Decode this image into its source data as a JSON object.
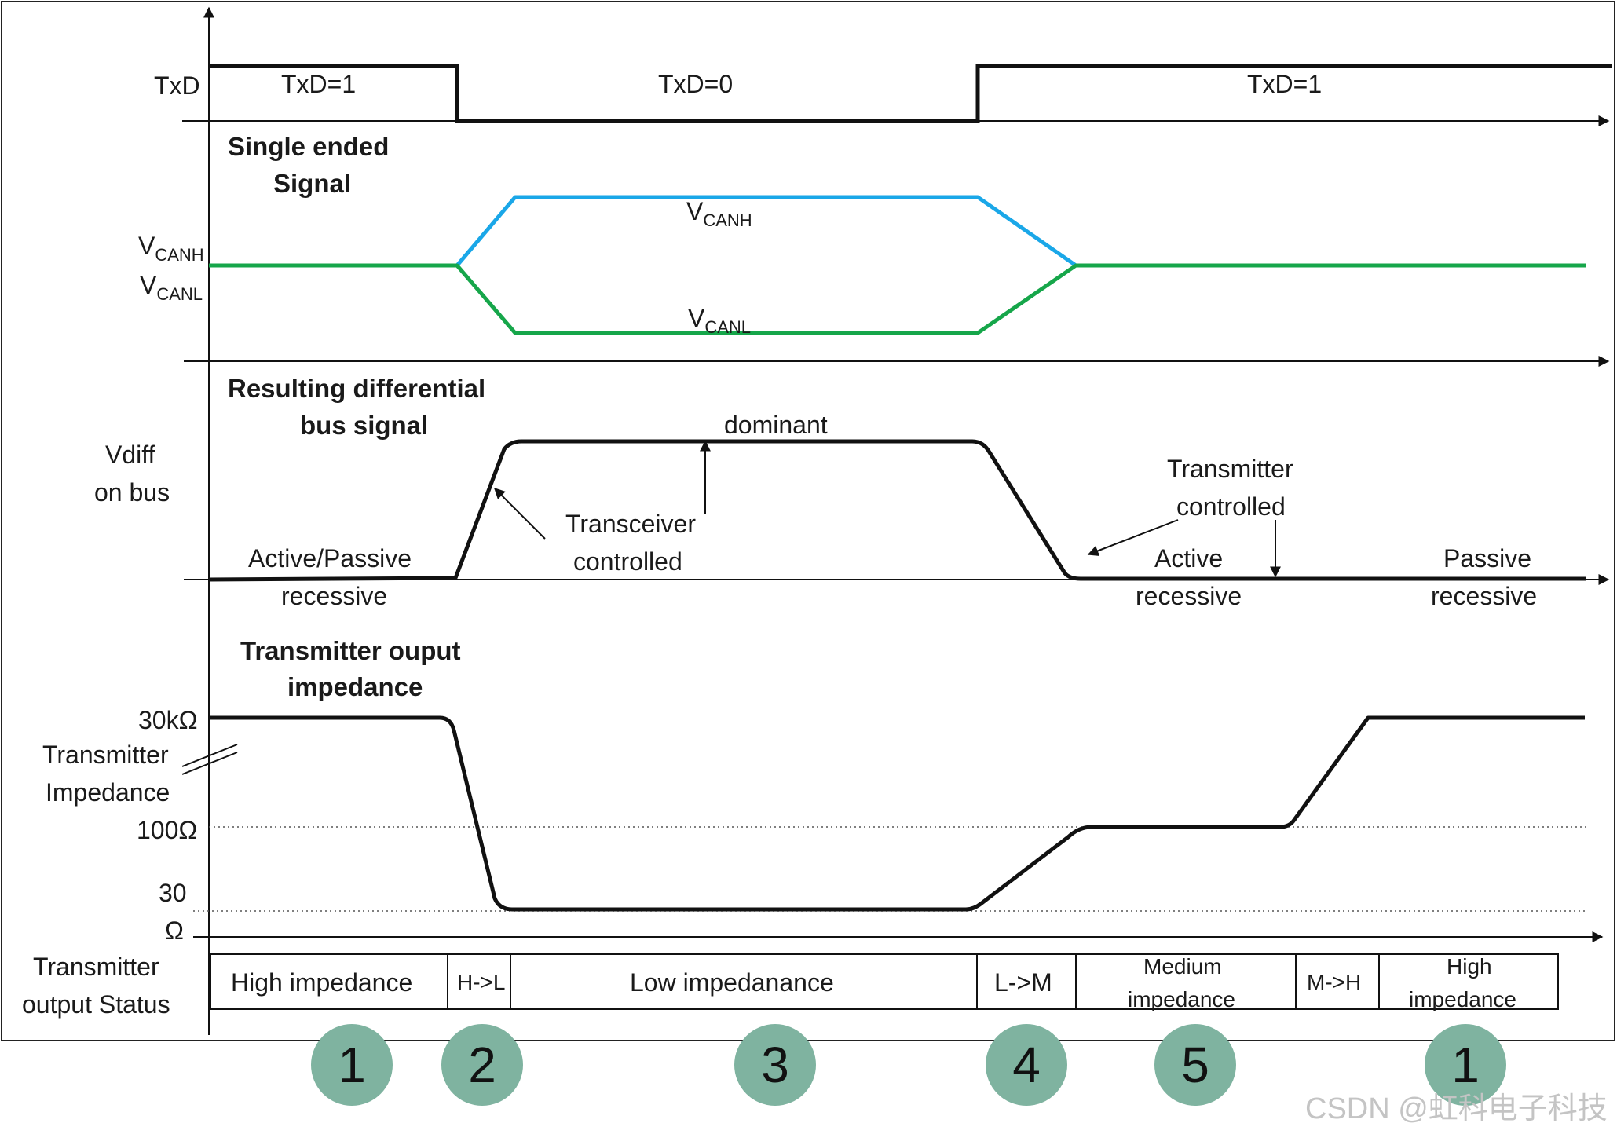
{
  "txd": {
    "axis_label": "TxD",
    "segments": [
      "TxD=1",
      "TxD=0",
      "TxD=1"
    ]
  },
  "single_ended": {
    "title_line1": "Single ended",
    "title_line2": "Signal",
    "canh_axis_main": "V",
    "canh_axis_sub": "CANH",
    "canl_axis_main": "V",
    "canl_axis_sub": "CANL",
    "canh_main": "V",
    "canh_sub": "CANH",
    "canl_main": "V",
    "canl_sub": "CANL",
    "colors": {
      "canh": "#1aa7e8",
      "canl": "#16a64a"
    }
  },
  "differential": {
    "title_line1": "Resulting differential",
    "title_line2": "bus signal",
    "axis_line1": "Vdiff",
    "axis_line2": "on bus",
    "dominant": "dominant",
    "active_passive_l1": "Active/Passive",
    "active_passive_l2": "recessive",
    "transceiver_l1": "Transceiver",
    "transceiver_l2": "controlled",
    "transmitter_l1": "Transmitter",
    "transmitter_l2": "controlled",
    "active_l1": "Active",
    "active_l2": "recessive",
    "passive_l1": "Passive",
    "passive_l2": "recessive"
  },
  "impedance": {
    "title_line1": "Transmitter ouput",
    "title_line2": "impedance",
    "tick_30k": "30kΩ",
    "axis_line1": "Transmitter",
    "axis_line2": "Impedance",
    "tick_100": "100Ω",
    "tick_30": "30",
    "tick_30_unit": "Ω"
  },
  "status": {
    "axis_line1": "Transmitter",
    "axis_line2": "output Status",
    "cells": [
      "High impedance",
      "H->L",
      "Low impedanance",
      "L->M",
      "Medium impedance",
      "M->H",
      "High impedance"
    ],
    "cell_5_l1": "Medium",
    "cell_5_l2": "impedance",
    "cell_7_l1": "High",
    "cell_7_l2": "impedance"
  },
  "phases": [
    "1",
    "2",
    "3",
    "4",
    "5",
    "1"
  ],
  "phase_color": "#7fb3a0",
  "watermark": "CSDN @虹科电子科技"
}
